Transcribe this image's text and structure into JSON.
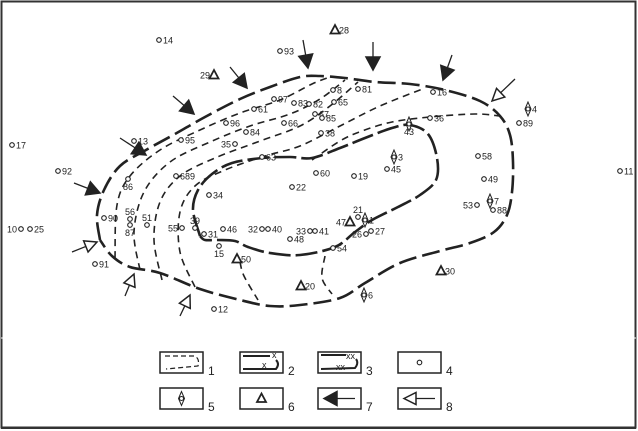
{
  "colors": {
    "ink": "#222222",
    "background": "#ffffff"
  },
  "points": [
    {
      "label": "14",
      "symbol": "circle"
    },
    {
      "label": "93",
      "symbol": "circle"
    },
    {
      "label": "28",
      "symbol": "triangle"
    },
    {
      "label": "29",
      "symbol": "triangle"
    },
    {
      "label": "8",
      "symbol": "circle"
    },
    {
      "label": "81",
      "symbol": "circle"
    },
    {
      "label": "16",
      "symbol": "circle"
    },
    {
      "label": "4",
      "symbol": "diamond"
    },
    {
      "label": "89",
      "symbol": "circle"
    },
    {
      "label": "36",
      "symbol": "circle"
    },
    {
      "label": "43",
      "symbol": "diamond"
    },
    {
      "label": "97",
      "symbol": "circle"
    },
    {
      "label": "61",
      "symbol": "circle"
    },
    {
      "label": "83",
      "symbol": "circle"
    },
    {
      "label": "82",
      "symbol": "circle"
    },
    {
      "label": "65",
      "symbol": "circle"
    },
    {
      "label": "67",
      "symbol": "circle"
    },
    {
      "label": "85",
      "symbol": "circle"
    },
    {
      "label": "96",
      "symbol": "circle"
    },
    {
      "label": "66",
      "symbol": "circle"
    },
    {
      "label": "84",
      "symbol": "circle"
    },
    {
      "label": "35",
      "symbol": "circle"
    },
    {
      "label": "38",
      "symbol": "circle"
    },
    {
      "label": "95",
      "symbol": "circle"
    },
    {
      "label": "13",
      "symbol": "circle"
    },
    {
      "label": "63",
      "symbol": "circle"
    },
    {
      "label": "3",
      "symbol": "diamond"
    },
    {
      "label": "45",
      "symbol": "circle"
    },
    {
      "label": "60",
      "symbol": "circle"
    },
    {
      "label": "19",
      "symbol": "circle"
    },
    {
      "label": "58",
      "symbol": "circle"
    },
    {
      "label": "49",
      "symbol": "circle"
    },
    {
      "label": "17",
      "symbol": "circle"
    },
    {
      "label": "92",
      "symbol": "circle"
    },
    {
      "label": "86",
      "symbol": "circle"
    },
    {
      "label": "689",
      "symbol": "circle"
    },
    {
      "label": "34",
      "symbol": "circle"
    },
    {
      "label": "22",
      "symbol": "circle"
    },
    {
      "label": "11",
      "symbol": "circle"
    },
    {
      "label": "53",
      "symbol": "circle"
    },
    {
      "label": "7",
      "symbol": "diamond"
    },
    {
      "label": "88",
      "symbol": "circle"
    },
    {
      "label": "10",
      "symbol": "circle"
    },
    {
      "label": "25",
      "symbol": "circle"
    },
    {
      "label": "90",
      "symbol": "circle"
    },
    {
      "label": "56",
      "symbol": "circle"
    },
    {
      "label": "87",
      "symbol": "circle"
    },
    {
      "label": "51",
      "symbol": "circle"
    },
    {
      "label": "55",
      "symbol": "circle"
    },
    {
      "label": "39",
      "symbol": "circle"
    },
    {
      "label": "31",
      "symbol": "circle"
    },
    {
      "label": "46",
      "symbol": "circle"
    },
    {
      "label": "32",
      "symbol": "circle"
    },
    {
      "label": "40",
      "symbol": "circle"
    },
    {
      "label": "33",
      "symbol": "circle"
    },
    {
      "label": "41",
      "symbol": "circle"
    },
    {
      "label": "48",
      "symbol": "circle"
    },
    {
      "label": "47",
      "symbol": "triangle"
    },
    {
      "label": "21",
      "symbol": "circle"
    },
    {
      "label": "1",
      "symbol": "diamond"
    },
    {
      "label": "26",
      "symbol": "circle"
    },
    {
      "label": "27",
      "symbol": "circle"
    },
    {
      "label": "54",
      "symbol": "circle"
    },
    {
      "label": "15",
      "symbol": "circle"
    },
    {
      "label": "50",
      "symbol": "triangle"
    },
    {
      "label": "91",
      "symbol": "circle"
    },
    {
      "label": "20",
      "symbol": "triangle"
    },
    {
      "label": "30",
      "symbol": "triangle"
    },
    {
      "label": "6",
      "symbol": "diamond"
    },
    {
      "label": "12",
      "symbol": "circle"
    }
  ],
  "legend": [
    {
      "number": "1",
      "symbol": "dashed-boundary"
    },
    {
      "number": "2",
      "symbol": "x-boundary"
    },
    {
      "number": "3",
      "symbol": "xx-boundary"
    },
    {
      "number": "4",
      "symbol": "circle"
    },
    {
      "number": "5",
      "symbol": "diamond"
    },
    {
      "number": "6",
      "symbol": "triangle"
    },
    {
      "number": "7",
      "symbol": "solid-arrow"
    },
    {
      "number": "8",
      "symbol": "hollow-arrow"
    }
  ]
}
